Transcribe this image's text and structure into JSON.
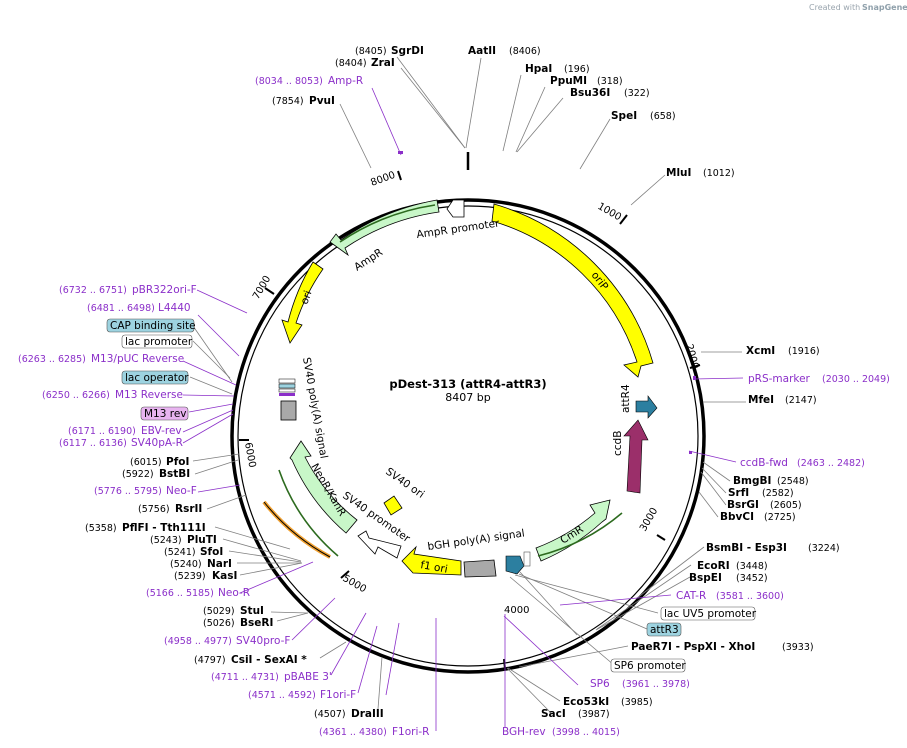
{
  "credit": {
    "prefix": "Created with",
    "brand": "SnapGene"
  },
  "plasmid": {
    "name": "pDest-313 (attR4-attR3)",
    "size": "8407 bp"
  },
  "ticks": [
    "1000",
    "2000",
    "3000",
    "4000",
    "5000",
    "6000",
    "7000",
    "8000"
  ],
  "features": {
    "ampr_promoter": "AmpR promoter",
    "ampr": "AmpR",
    "ori_left": "ori",
    "orip": "oriP",
    "attr4": "attR4",
    "ccdb": "ccdB",
    "cmr": "CmR",
    "sv40_polya": "SV40 poly(A) signal",
    "neor": "NeoR/KanR",
    "sv40_promoter": "SV40 promoter",
    "sv40_ori": "SV40 ori",
    "f1_ori": "f1 ori",
    "bgh": "bGH poly(A) signal"
  },
  "enzymes": [
    {
      "name": "SgrDI",
      "pos": "(8405)"
    },
    {
      "name": "ZraI",
      "pos": "(8404)"
    },
    {
      "name": "AatII",
      "pos": "(8406)"
    },
    {
      "name": "HpaI",
      "pos": "(196)"
    },
    {
      "name": "PpuMI",
      "pos": "(318)"
    },
    {
      "name": "Bsu36I",
      "pos": "(322)"
    },
    {
      "name": "PvuI",
      "pos": "(7854)"
    },
    {
      "name": "SpeI",
      "pos": "(658)"
    },
    {
      "name": "MluI",
      "pos": "(1012)"
    },
    {
      "name": "XcmI",
      "pos": "(1916)"
    },
    {
      "name": "MfeI",
      "pos": "(2147)"
    },
    {
      "name": "BmgBI",
      "pos": "(2548)"
    },
    {
      "name": "SrfI",
      "pos": "(2582)"
    },
    {
      "name": "BsrGI",
      "pos": "(2605)"
    },
    {
      "name": "BbvCI",
      "pos": "(2725)"
    },
    {
      "name": "BsmBI - Esp3I",
      "pos": "(3224)"
    },
    {
      "name": "EcoRI",
      "pos": "(3448)"
    },
    {
      "name": "BspEI",
      "pos": "(3452)"
    },
    {
      "name": "PaeR7I - PspXI - XhoI",
      "pos": "(3933)"
    },
    {
      "name": "Eco53kI",
      "pos": "(3985)"
    },
    {
      "name": "SacI",
      "pos": "(3987)"
    },
    {
      "name": "DraIII",
      "pos": "(4507)"
    },
    {
      "name": "CsiI - SexAI *",
      "pos": "(4797)"
    },
    {
      "name": "StuI",
      "pos": "(5029)"
    },
    {
      "name": "BseRI",
      "pos": "(5026)"
    },
    {
      "name": "KasI",
      "pos": "(5239)"
    },
    {
      "name": "NarI",
      "pos": "(5240)"
    },
    {
      "name": "SfoI",
      "pos": "(5241)"
    },
    {
      "name": "PluTI",
      "pos": "(5243)"
    },
    {
      "name": "PflFI - Tth111I",
      "pos": "(5358)"
    },
    {
      "name": "RsrII",
      "pos": "(5756)"
    },
    {
      "name": "BstBI",
      "pos": "(5922)"
    },
    {
      "name": "PfoI",
      "pos": "(6015)"
    }
  ],
  "primers": [
    {
      "name": "Amp-R",
      "pos": "(8034 .. 8053)"
    },
    {
      "name": "pBR322ori-F",
      "pos": "(6732 .. 6751)"
    },
    {
      "name": "L4440",
      "pos": "(6481 .. 6498)"
    },
    {
      "name": "M13/pUC Reverse",
      "pos": "(6263 .. 6285)"
    },
    {
      "name": "M13 Reverse",
      "pos": "(6250 .. 6266)"
    },
    {
      "name": "EBV-rev",
      "pos": "(6171 .. 6190)"
    },
    {
      "name": "SV40pA-R",
      "pos": "(6117 .. 6136)"
    },
    {
      "name": "Neo-F",
      "pos": "(5776 .. 5795)"
    },
    {
      "name": "Neo-R",
      "pos": "(5166 .. 5185)"
    },
    {
      "name": "SV40pro-F",
      "pos": "(4958 .. 4977)"
    },
    {
      "name": "pBABE 3'",
      "pos": "(4711 .. 4731)"
    },
    {
      "name": "F1ori-F",
      "pos": "(4571 .. 4592)"
    },
    {
      "name": "F1ori-R",
      "pos": "(4361 .. 4380)"
    },
    {
      "name": "BGH-rev",
      "pos": "(3998 .. 4015)"
    },
    {
      "name": "SP6",
      "pos": "(3961 .. 3978)"
    },
    {
      "name": "CAT-R",
      "pos": "(3581 .. 3600)"
    },
    {
      "name": "ccdB-fwd",
      "pos": "(2463 .. 2482)"
    },
    {
      "name": "pRS-marker",
      "pos": "(2030 .. 2049)"
    }
  ],
  "boxes": [
    {
      "label": "CAP binding site",
      "style": "teal"
    },
    {
      "label": "lac promoter",
      "style": "white"
    },
    {
      "label": "lac operator",
      "style": "teal"
    },
    {
      "label": "M13 rev",
      "style": "purple"
    },
    {
      "label": "lac UV5 promoter",
      "style": "white"
    },
    {
      "label": "attR3",
      "style": "teal"
    },
    {
      "label": "SP6 promoter",
      "style": "white"
    }
  ],
  "colors": {
    "ori": "#ffff00",
    "resistance": "#c8f7c8",
    "promoter": "#ffffff",
    "att": "#2c7fa0",
    "ccdb": "#9b2f6a",
    "primer": "#8b2fc9",
    "teal_box": "#9dd3e0",
    "purple_box": "#e8b4f0"
  }
}
